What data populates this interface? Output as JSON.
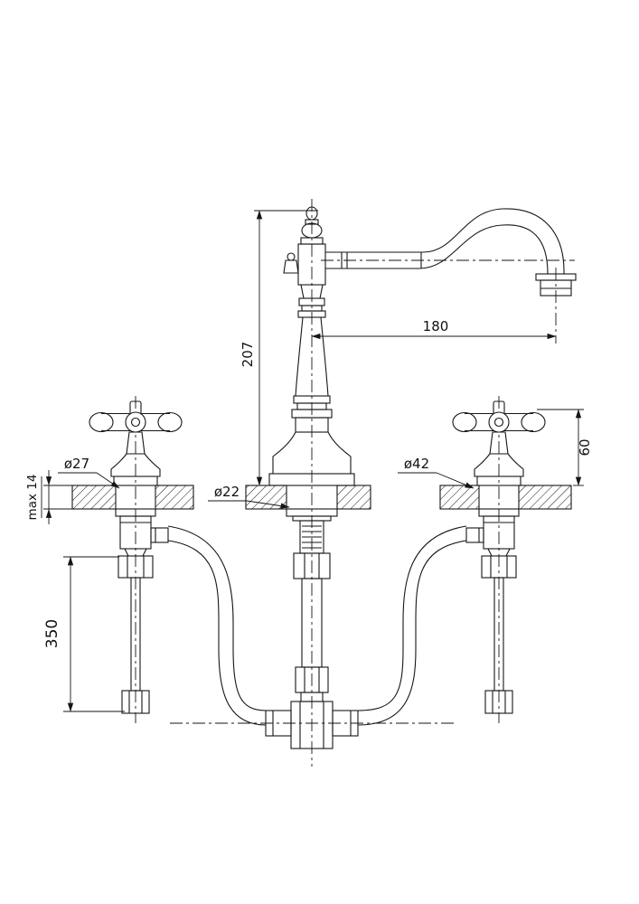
{
  "diagram": {
    "labels": {
      "spout_height": "207",
      "spout_reach": "180",
      "handle_height": "60",
      "hole_left": "ø27",
      "hole_center": "ø22",
      "escutcheon_right": "ø42",
      "deck_thickness": "max 14",
      "supply_length": "350"
    },
    "colors": {
      "line": "#161616",
      "background": "#ffffff"
    }
  }
}
